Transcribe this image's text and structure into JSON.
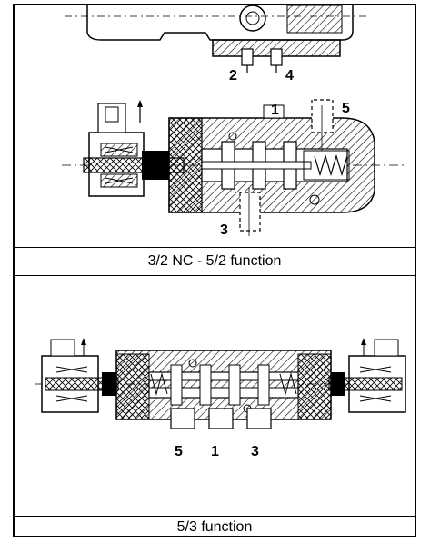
{
  "top_figure": {
    "ports_upper": [
      "2",
      "4"
    ],
    "ports_lower": [
      "1",
      "5",
      "3"
    ],
    "caption": "3/2 NC - 5/2 function"
  },
  "bottom_figure": {
    "ports": [
      "5",
      "1",
      "3"
    ],
    "caption": "5/3 function"
  },
  "colors": {
    "line": "#000000",
    "background": "#ffffff"
  }
}
